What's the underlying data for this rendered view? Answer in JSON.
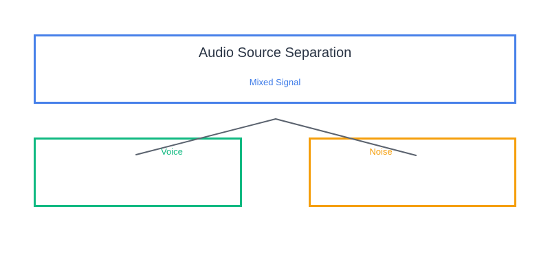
{
  "diagram": {
    "title": "Audio Source Separation",
    "subtitle": "Mixed Signal",
    "nodes": [
      {
        "label": "Voice",
        "color": "#10b981"
      },
      {
        "label": "Noise",
        "color": "#f59e0b"
      }
    ],
    "colors": {
      "background": "#ffffff",
      "mixed_box_border": "#4680e9",
      "title_text": "#2a3444",
      "subtitle_text": "#3d7be8",
      "voice_box_border": "#10b981",
      "noise_box_border": "#f59e0b",
      "connector_line": "#5a626e"
    }
  }
}
